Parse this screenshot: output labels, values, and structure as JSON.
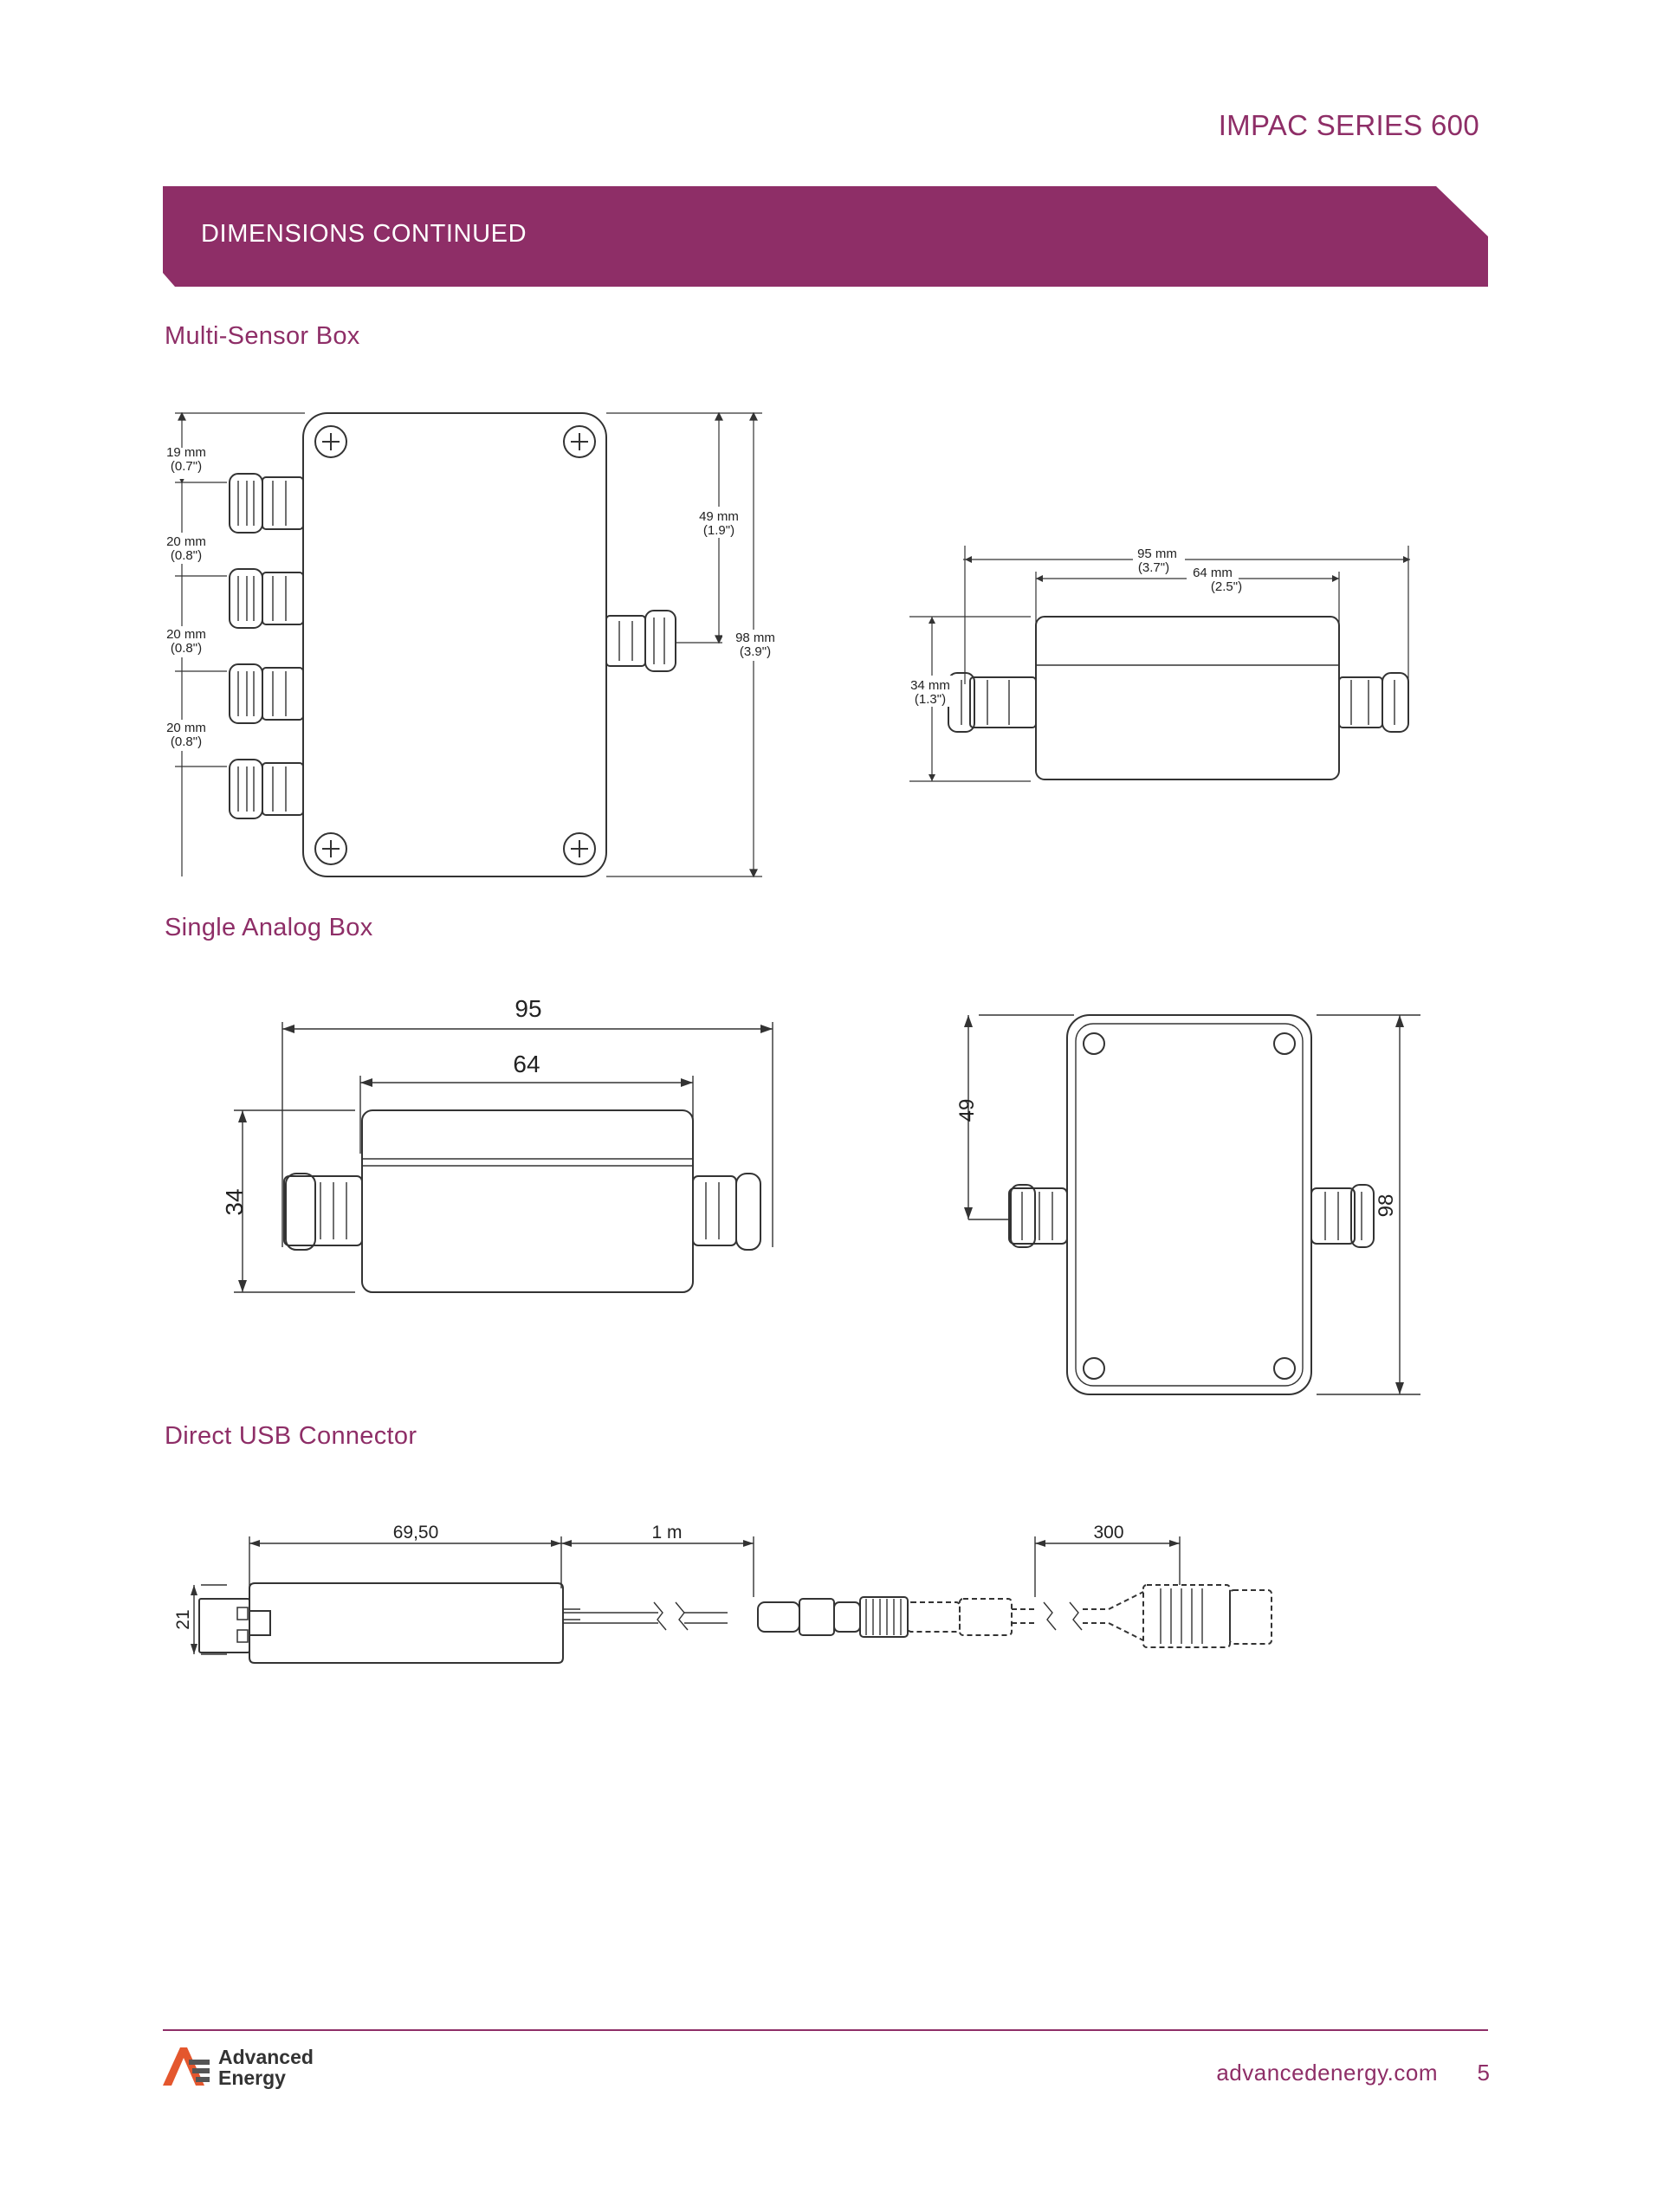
{
  "header": {
    "series_title": "IMPAC SERIES 600"
  },
  "banner": {
    "title": "DIMENSIONS CONTINUED",
    "color": "#8e2e67"
  },
  "sections": {
    "multi_sensor": {
      "title": "Multi-Sensor Box",
      "top_view": {
        "gap1_mm": "19 mm",
        "gap1_in": "(0.7\")",
        "gap2_mm": "20 mm",
        "gap2_in": "(0.8\")",
        "gap3_mm": "20 mm",
        "gap3_in": "(0.8\")",
        "gap4_mm": "20 mm",
        "gap4_in": "(0.8\")",
        "half_mm": "49 mm",
        "half_in": "(1.9\")",
        "length_mm": "98 mm",
        "length_in": "(3.9\")"
      },
      "side_view": {
        "width_mm": "95 mm",
        "width_in": "(3.7\")",
        "body_mm": "64 mm",
        "body_in": "(2.5\")",
        "height_mm": "34 mm",
        "height_in": "(1.3\")"
      }
    },
    "single_analog": {
      "title": "Single Analog Box",
      "side_view": {
        "width": "95",
        "body": "64",
        "height": "34"
      },
      "top_view": {
        "half": "49",
        "length": "98"
      }
    },
    "usb": {
      "title": "Direct USB Connector",
      "dims": {
        "plug_length": "69,50",
        "cable": "1 m",
        "tail": "300",
        "height": "21"
      }
    }
  },
  "footer": {
    "url": "advancedenergy.com",
    "page": "5",
    "logo_line1": "Advanced",
    "logo_line2": "Energy",
    "logo_color": "#e4572e"
  }
}
